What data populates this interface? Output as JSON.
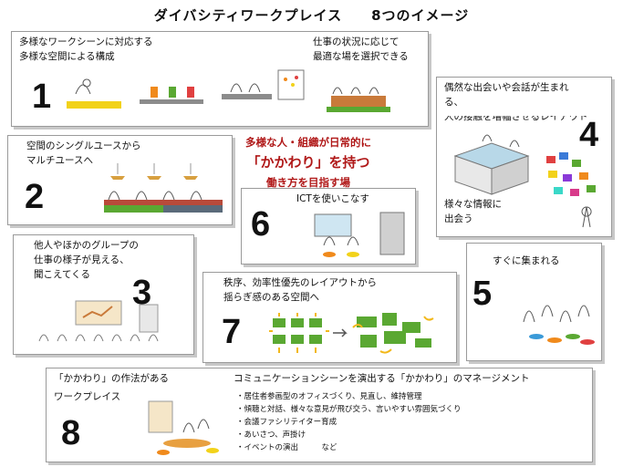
{
  "title": "ダイバシティワークプレイス　　8つのイメージ",
  "center": {
    "line1": "多様な人・組織が日常的に",
    "line2": "「かかわり」を持つ",
    "line3": "働き方を目指す場"
  },
  "panel1": {
    "number": "1",
    "text_left_1": "多様なワークシーンに対応する",
    "text_left_2": "多様な空間による構成",
    "text_right_1": "仕事の状況に応じて",
    "text_right_2": "最適な場を選択できる"
  },
  "panel2": {
    "number": "2",
    "text_1": "空間のシングルユースから",
    "text_2": "マルチユースへ"
  },
  "panel3": {
    "number": "3",
    "text_1": "他人やほかのグループの",
    "text_2": "仕事の様子が見える、",
    "text_3": "聞こえてくる"
  },
  "panel4": {
    "number": "4",
    "text_1": "偶然な出会いや会話が生まれ",
    "text_2": "る、",
    "text_3": "人の接触を増幅させるレイアウト",
    "text_4": "様々な情報に",
    "text_5": "出会う"
  },
  "panel5": {
    "number": "5",
    "text_1": "すぐに集まれる"
  },
  "panel6": {
    "number": "6",
    "text_1": "ICTを使いこなす"
  },
  "panel7": {
    "number": "7",
    "text_1": "秩序、効率性優先のレイアウトから",
    "text_2": "揺らぎ感のある空間へ"
  },
  "panel8": {
    "number": "8",
    "text_left_1": "「かかわり」の作法がある",
    "text_left_2": "ワークプレイス",
    "heading": "コミュニケーションシーンを演出する「かかわり」のマネージメント",
    "bullets": [
      "・居住者参画型のオフィスづくり、見直し、維持管理",
      "・傾聴と対話、様々な意見が飛び交う、言いやすい雰囲気づくり",
      "・会議ファシリテイター育成",
      "・あいさつ、声掛け",
      "・イベントの演出　　　など"
    ]
  },
  "colors": {
    "accent_red": "#b01818",
    "panel_border": "#9a9a9a",
    "green": "#5aa832",
    "orange": "#f08a1c",
    "yellow": "#f2d21a"
  }
}
